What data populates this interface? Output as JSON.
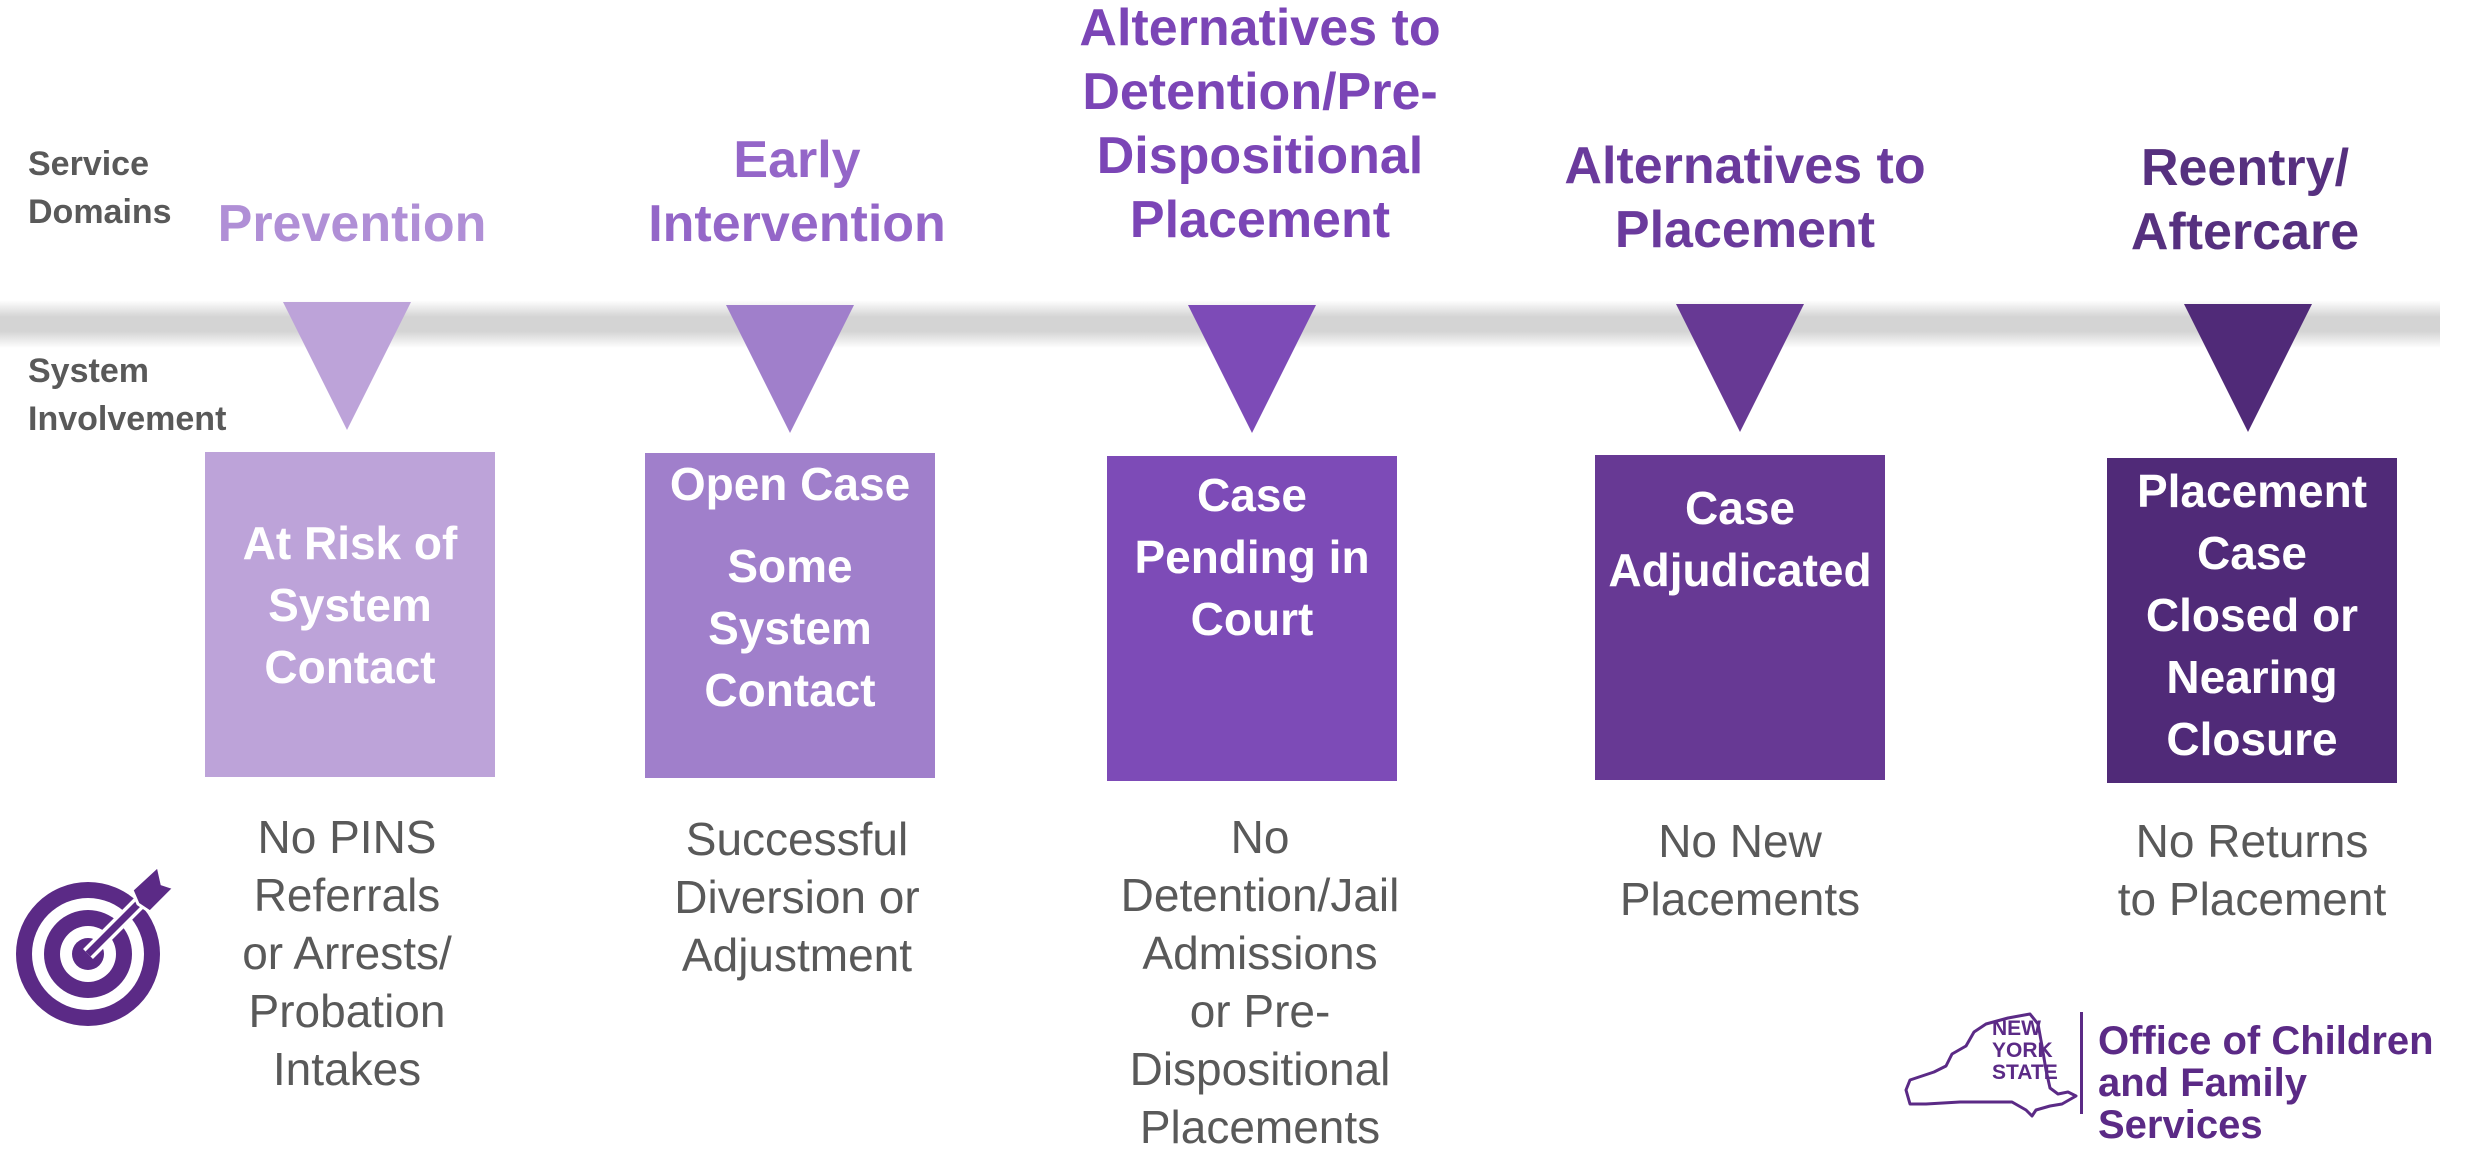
{
  "labels": {
    "service_domains": [
      "Service",
      "Domains"
    ],
    "system_involvement": [
      "System",
      "Involvement"
    ]
  },
  "stages": [
    {
      "domain": [
        "Prevention"
      ],
      "box": [
        "At Risk of",
        "System",
        "Contact"
      ],
      "outcome": [
        "No PINS",
        "Referrals",
        "or Arrests/",
        "Probation",
        "Intakes"
      ],
      "color": "#bda3d9"
    },
    {
      "domain": [
        "Early",
        "Intervention"
      ],
      "box": [
        "Open Case",
        "Some",
        "System",
        "Contact"
      ],
      "outcome": [
        "Successful",
        "Diversion or",
        "Adjustment"
      ],
      "color": "#a07fcb"
    },
    {
      "domain": [
        "Alternatives to",
        "Detention/Pre-",
        "Dispositional",
        "Placement"
      ],
      "box": [
        "Case",
        "Pending in",
        "Court"
      ],
      "outcome": [
        "No",
        "Detention/Jail",
        "Admissions",
        "or Pre-",
        "Dispositional",
        "Placements"
      ],
      "color": "#7d4bb7"
    },
    {
      "domain": [
        "Alternatives to",
        "Placement"
      ],
      "box": [
        "Case",
        "Adjudicated"
      ],
      "outcome": [
        "No New",
        "Placements"
      ],
      "color": "#673994"
    },
    {
      "domain": [
        "Reentry/",
        "Aftercare"
      ],
      "box": [
        "Placement",
        "Case",
        "Closed or",
        "Nearing",
        "Closure"
      ],
      "outcome": [
        "No Returns",
        "to Placement"
      ],
      "color": "#502a78"
    }
  ],
  "logo": {
    "state": [
      "NEW",
      "YORK",
      "STATE"
    ],
    "agency": [
      "Office of Children",
      "and Family Services"
    ]
  },
  "icons": {
    "target": "target-icon",
    "state-map": "new-york-state-map-icon"
  },
  "colors": {
    "title_purple": "#7b45b6",
    "outcome_gray": "#595959",
    "logo_purple": "#5b2a86"
  }
}
